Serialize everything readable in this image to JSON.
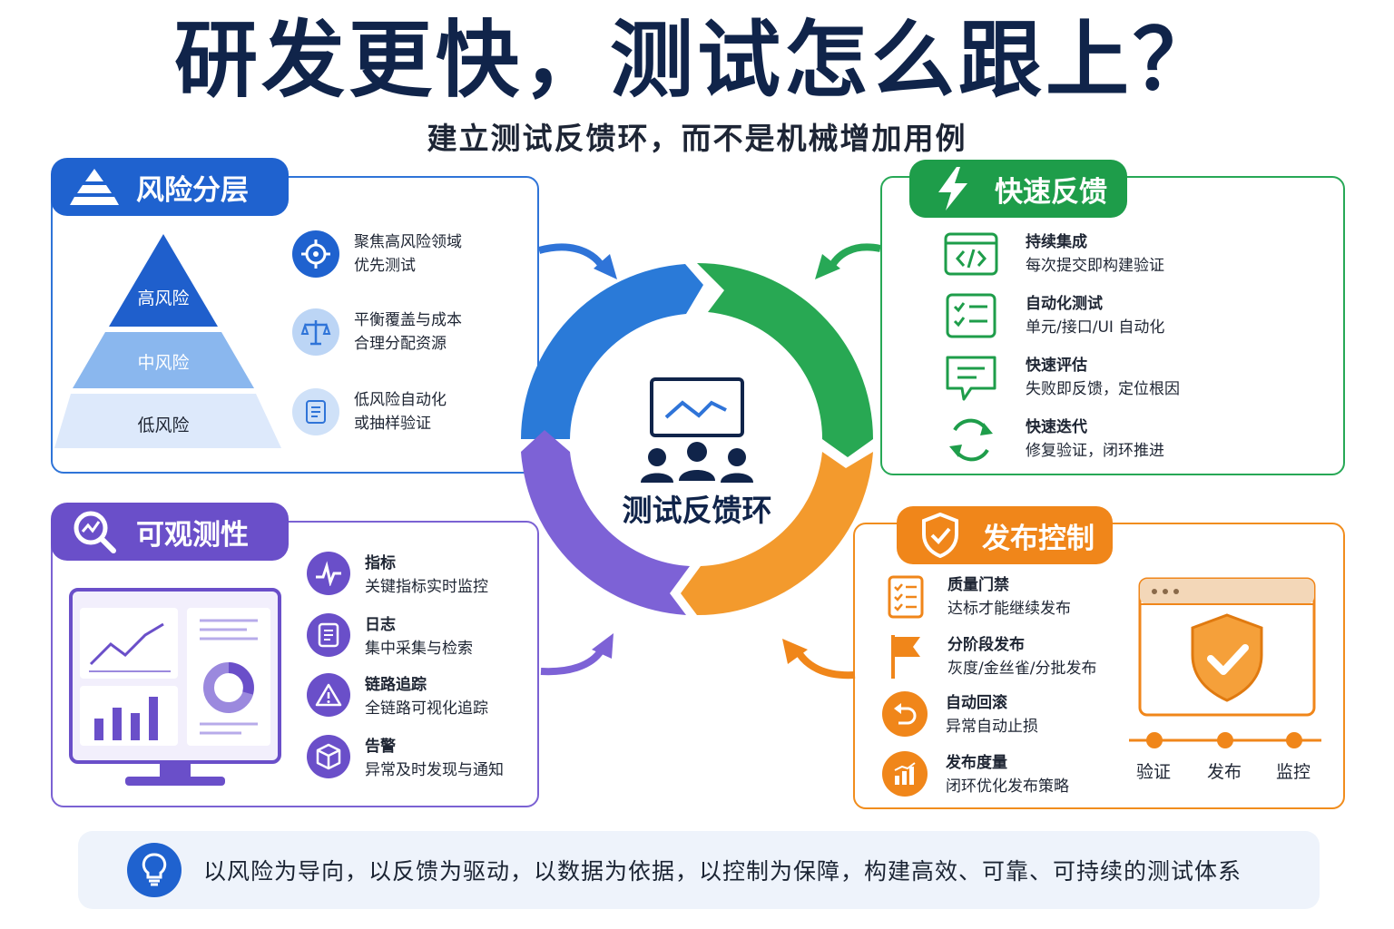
{
  "header": {
    "title": "研发更快，测试怎么跟上？",
    "subtitle": "建立测试反馈环，而不是机械增加用例"
  },
  "center": {
    "label": "测试反馈环"
  },
  "colors": {
    "blue": "#1f62cf",
    "green": "#1e9d4a",
    "purple": "#6a4fc9",
    "orange": "#f0861a",
    "navy": "#10244a"
  },
  "risk": {
    "title": "风险分层",
    "icon": "pyramid-icon",
    "pyramid": [
      "高风险",
      "中风险",
      "低风险"
    ],
    "items": [
      {
        "icon": "target-icon",
        "line1": "聚焦高风险领域",
        "line2": "优先测试"
      },
      {
        "icon": "balance-scale-icon",
        "line1": "平衡覆盖与成本",
        "line2": "合理分配资源"
      },
      {
        "icon": "checklist-icon",
        "line1": "低风险自动化",
        "line2": "或抽样验证"
      }
    ]
  },
  "fast": {
    "title": "快速反馈",
    "icon": "lightning-icon",
    "items": [
      {
        "icon": "code-icon",
        "title": "持续集成",
        "desc": "每次提交即构建验证"
      },
      {
        "icon": "checklist-icon",
        "title": "自动化测试",
        "desc": "单元/接口/UI 自动化"
      },
      {
        "icon": "message-icon",
        "title": "快速评估",
        "desc": "失败即反馈，定位根因"
      },
      {
        "icon": "refresh-icon",
        "title": "快速迭代",
        "desc": "修复验证，闭环推进"
      }
    ]
  },
  "obs": {
    "title": "可观测性",
    "icon": "magnifier-chart-icon",
    "items": [
      {
        "icon": "pulse-icon",
        "title": "指标",
        "desc": "关键指标实时监控"
      },
      {
        "icon": "document-icon",
        "title": "日志",
        "desc": "集中采集与检索"
      },
      {
        "icon": "warning-icon",
        "title": "链路追踪",
        "desc": "全链路可视化追踪"
      },
      {
        "icon": "cube-icon",
        "title": "告警",
        "desc": "异常及时发现与通知"
      }
    ]
  },
  "release": {
    "title": "发布控制",
    "icon": "shield-check-icon",
    "items": [
      {
        "icon": "checklist-icon",
        "title": "质量门禁",
        "desc": "达标才能继续发布"
      },
      {
        "icon": "flag-icon",
        "title": "分阶段发布",
        "desc": "灰度/金丝雀/分批发布"
      },
      {
        "icon": "undo-icon",
        "title": "自动回滚",
        "desc": "异常自动止损"
      },
      {
        "icon": "bar-chart-icon",
        "title": "发布度量",
        "desc": "闭环优化发布策略"
      }
    ],
    "stages": [
      "验证",
      "发布",
      "监控"
    ]
  },
  "footer": {
    "icon": "lightbulb-icon",
    "text": "以风险为导向，以反馈为驱动，以数据为依据，以控制为保障，构建高效、可靠、可持续的测试体系"
  }
}
